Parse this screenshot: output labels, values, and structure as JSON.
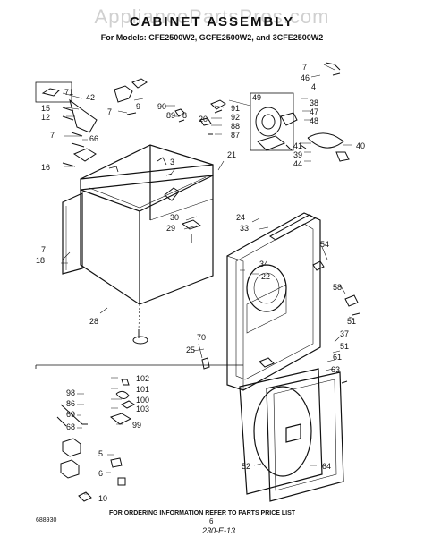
{
  "watermark": "AppliancePartsPros.com",
  "title": "CABINET ASSEMBLY",
  "models_line": "For Models: CFE2500W2, GCFE2500W2, and 3CFE2500W2",
  "labels": {
    "l71": "71",
    "l42": "42",
    "l15": "15",
    "l12": "12",
    "l7a": "7",
    "l66": "66",
    "l16": "16",
    "l9": "9",
    "l7b": "7",
    "l90": "90",
    "l89": "89",
    "l8": "8",
    "l91": "91",
    "l20": "20",
    "l92": "92",
    "l88": "88",
    "l87": "87",
    "l7c": "7",
    "l46": "46",
    "l4": "4",
    "l49": "49",
    "l38": "38",
    "l47": "47",
    "l48": "48",
    "l41": "41",
    "l40": "40",
    "l39": "39",
    "l44": "44",
    "l3": "3",
    "l21": "21",
    "l30": "30",
    "l29": "29",
    "l33": "33",
    "l24": "24",
    "l54": "54",
    "l34": "34",
    "l22": "22",
    "l7d": "7",
    "l18": "18",
    "l28": "28",
    "l58": "58",
    "l51a": "51",
    "l70": "70",
    "l25": "25",
    "l37": "37",
    "l51b": "51",
    "l61": "61",
    "l63": "63",
    "l102": "102",
    "l101": "101",
    "l100": "100",
    "l103": "103",
    "l98": "98",
    "l86": "86",
    "l69": "69",
    "l68": "68",
    "l99": "99",
    "l5": "5",
    "l6": "6",
    "l10": "10",
    "l52": "52",
    "l64": "64"
  },
  "footer_note": "FOR ORDERING INFORMATION REFER TO PARTS PRICE LIST",
  "footer_code": "688930",
  "page_number": "6",
  "handwritten": "230-E-13"
}
